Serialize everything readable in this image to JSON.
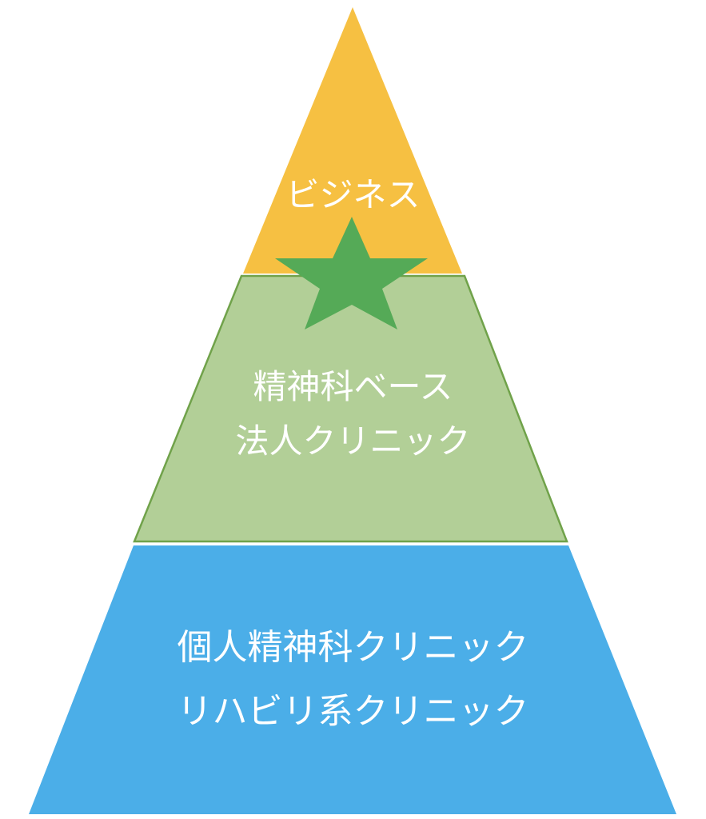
{
  "pyramid": {
    "top": {
      "lines": [
        "ビジネス"
      ],
      "color": "#F6C042"
    },
    "middle": {
      "lines": [
        "精神科ベース",
        "法人クリニック"
      ],
      "color": "#B2CF97",
      "border_color": "#70A24A"
    },
    "bottom": {
      "lines": [
        "個人精神科クリニック",
        "リハビリ系クリニック"
      ],
      "color": "#4BAEE8"
    },
    "star": {
      "icon": "star-icon",
      "color": "#55AA57"
    }
  }
}
